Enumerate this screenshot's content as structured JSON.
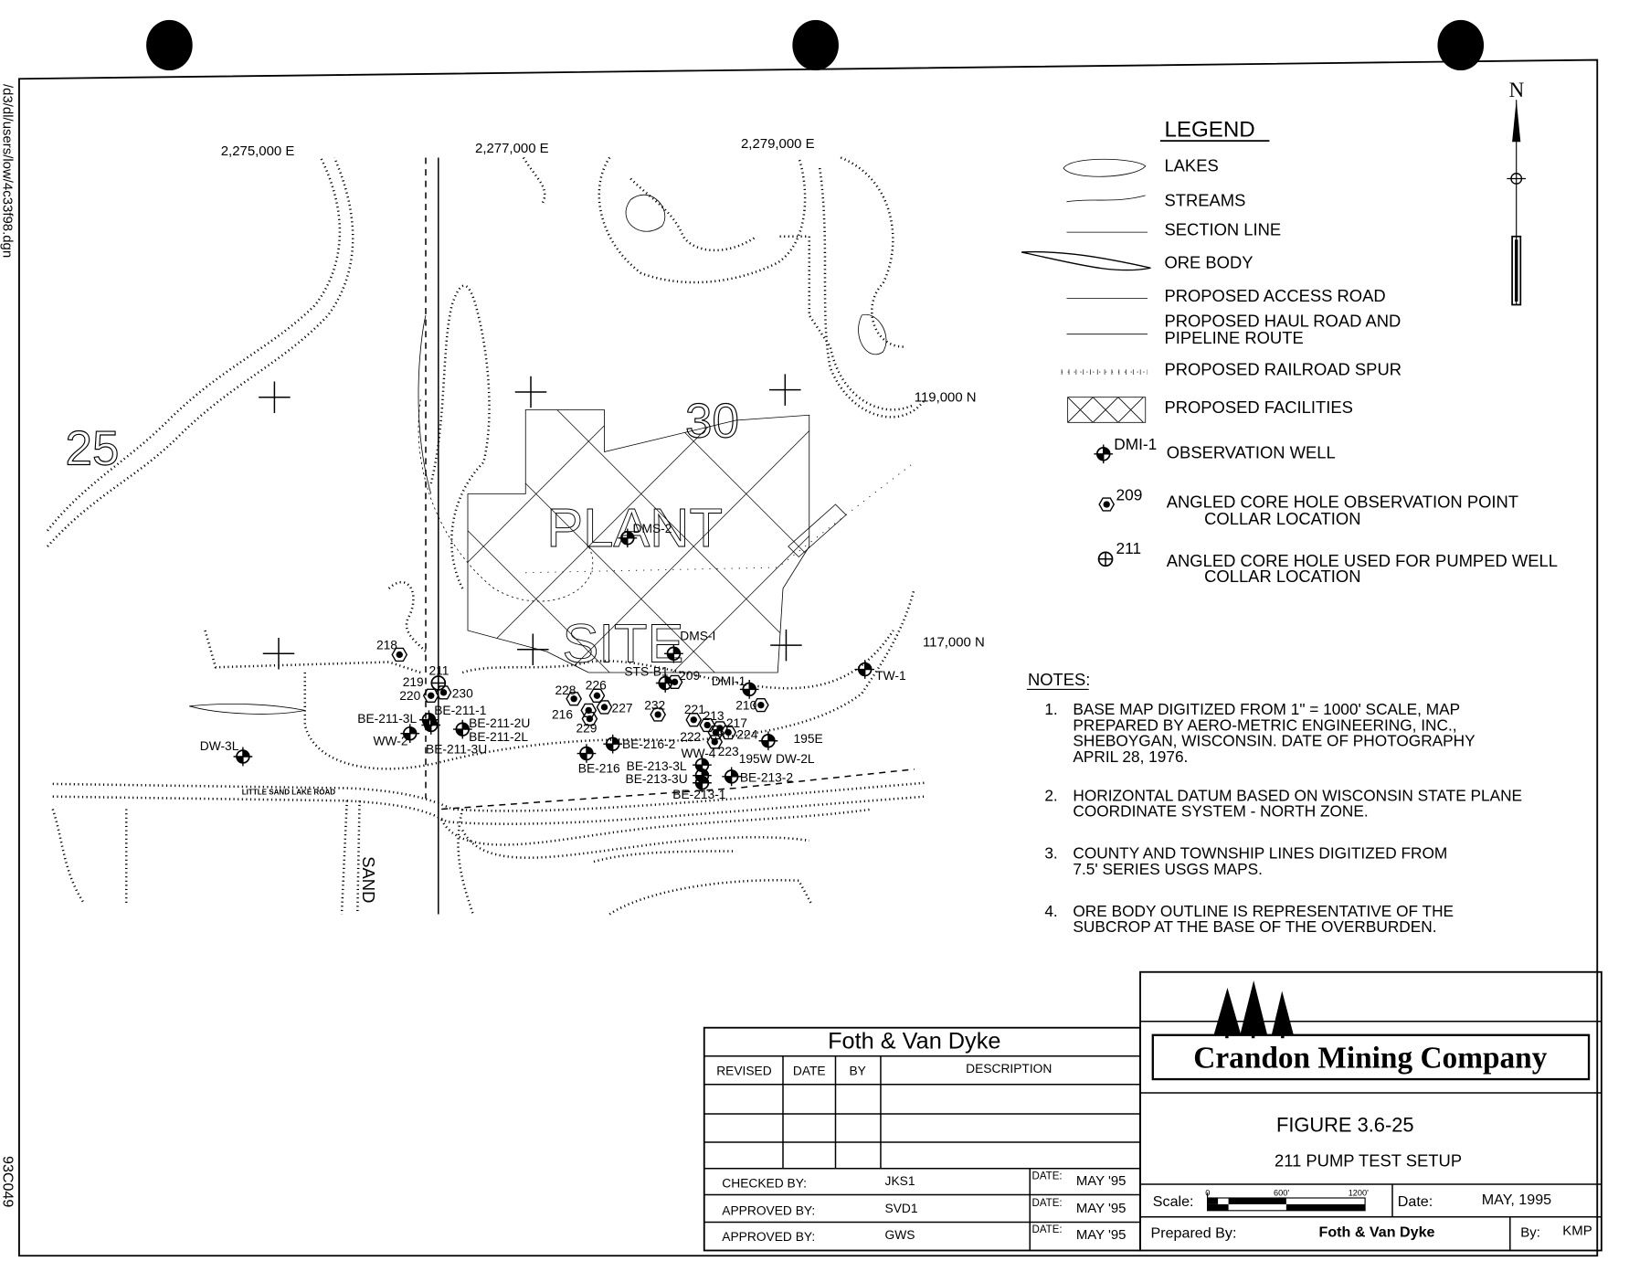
{
  "side_labels": {
    "file_path": "/d3/dl/users/low/4c33f98.dgn",
    "drawing_number": "93C049"
  },
  "map": {
    "coord_labels": [
      "2,275,000 E",
      "2,277,000 E",
      "2,279,000 E",
      "119,000 N",
      "117,000 N"
    ],
    "section_numbers": [
      "25",
      "30"
    ],
    "area_labels": [
      "PLANT",
      "SITE"
    ],
    "road_labels": [
      "LITTLE SAND LAKE ROAD",
      "SAND"
    ],
    "wells": [
      {
        "label": "DMS-2",
        "type": "observation-well"
      },
      {
        "label": "DMS-I",
        "type": "observation-well"
      },
      {
        "label": "DMI-1",
        "type": "observation-well"
      },
      {
        "label": "TW-1",
        "type": "observation-well"
      },
      {
        "label": "DW-3L",
        "type": "observation-well"
      },
      {
        "label": "WW-2",
        "type": "observation-well"
      },
      {
        "label": "BE-211-3L",
        "type": "observation-well"
      },
      {
        "label": "BE-211-1",
        "type": "observation-well"
      },
      {
        "label": "BE-211-2U",
        "type": "observation-well"
      },
      {
        "label": "BE-211-2L",
        "type": "label-only"
      },
      {
        "label": "BE-211-3U",
        "type": "label-only"
      },
      {
        "label": "BE-216-2",
        "type": "observation-well"
      },
      {
        "label": "BE-216",
        "type": "observation-well"
      },
      {
        "label": "BE-213-3L",
        "type": "observation-well"
      },
      {
        "label": "BE-213-3U",
        "type": "observation-well"
      },
      {
        "label": "BE-213-1",
        "type": "observation-well"
      },
      {
        "label": "BE-213-2",
        "type": "observation-well"
      },
      {
        "label": "WW-4",
        "type": "label-only"
      },
      {
        "label": "STS-B1",
        "type": "observation-well"
      },
      {
        "label": "195E",
        "type": "observation-well"
      },
      {
        "label": "195W",
        "type": "label-only"
      },
      {
        "label": "DW-2L",
        "type": "label-only"
      },
      {
        "label": "218",
        "type": "core-observation-point"
      },
      {
        "label": "220",
        "type": "core-observation-point"
      },
      {
        "label": "230",
        "type": "core-observation-point"
      },
      {
        "label": "209",
        "type": "core-observation-point"
      },
      {
        "label": "228",
        "type": "core-observation-point"
      },
      {
        "label": "226",
        "type": "core-observation-point"
      },
      {
        "label": "227",
        "type": "core-observation-point"
      },
      {
        "label": "216",
        "type": "core-observation-point"
      },
      {
        "label": "229",
        "type": "core-observation-point"
      },
      {
        "label": "232",
        "type": "core-observation-point"
      },
      {
        "label": "221",
        "type": "core-observation-point"
      },
      {
        "label": "213",
        "type": "core-observation-point"
      },
      {
        "label": "217",
        "type": "core-observation-point"
      },
      {
        "label": "224",
        "type": "core-observation-point"
      },
      {
        "label": "222",
        "type": "core-observation-point"
      },
      {
        "label": "223",
        "type": "core-observation-point"
      },
      {
        "label": "210",
        "type": "core-observation-point"
      },
      {
        "label": "211",
        "type": "pumped-well"
      },
      {
        "label": "219",
        "type": "label-only"
      }
    ]
  },
  "north_arrow": {
    "label": "N"
  },
  "legend": {
    "title": "LEGEND",
    "items": [
      {
        "label": "LAKES",
        "icon": "lake-symbol"
      },
      {
        "label": "STREAMS",
        "icon": "stream-symbol"
      },
      {
        "label": "SECTION LINE",
        "icon": "section-line-symbol"
      },
      {
        "label": "ORE BODY",
        "icon": "ore-body-symbol"
      },
      {
        "label": "PROPOSED ACCESS ROAD",
        "icon": "access-road-symbol"
      },
      {
        "label": "PROPOSED HAUL ROAD AND",
        "label2": "PIPELINE ROUTE",
        "icon": "haul-road-symbol"
      },
      {
        "label": "PROPOSED RAILROAD SPUR",
        "icon": "railroad-symbol"
      },
      {
        "label": "PROPOSED FACILITIES",
        "icon": "facilities-symbol"
      },
      {
        "label": "OBSERVATION WELL",
        "tag": "DMI-1",
        "icon": "observation-well-symbol"
      },
      {
        "label": "ANGLED CORE HOLE OBSERVATION POINT",
        "label2": "COLLAR LOCATION",
        "tag": "209",
        "icon": "core-point-symbol"
      },
      {
        "label": "ANGLED CORE HOLE USED FOR PUMPED WELL",
        "label2": "COLLAR LOCATION",
        "tag": "211",
        "icon": "pumped-well-symbol"
      }
    ]
  },
  "notes": {
    "title": "NOTES:",
    "items": [
      {
        "num": "1.",
        "lines": [
          "BASE MAP DIGITIZED FROM 1\" = 1000' SCALE, MAP",
          "PREPARED BY AERO-METRIC ENGINEERING, INC.,",
          "SHEBOYGAN, WISCONSIN. DATE OF PHOTOGRAPHY",
          "APRIL 28, 1976."
        ]
      },
      {
        "num": "2.",
        "lines": [
          "HORIZONTAL DATUM BASED ON WISCONSIN STATE PLANE",
          "COORDINATE SYSTEM - NORTH ZONE."
        ]
      },
      {
        "num": "3.",
        "lines": [
          "COUNTY AND TOWNSHIP LINES DIGITIZED FROM",
          "7.5' SERIES USGS MAPS."
        ]
      },
      {
        "num": "4.",
        "lines": [
          "ORE BODY OUTLINE IS REPRESENTATIVE OF THE",
          "SUBCROP AT THE BASE OF THE OVERBURDEN."
        ]
      }
    ]
  },
  "revision_block": {
    "firm": "Foth & Van Dyke",
    "headers": [
      "REVISED",
      "DATE",
      "BY",
      "DESCRIPTION"
    ],
    "approvals": [
      {
        "label": "CHECKED BY:",
        "name": "JKS1",
        "date_label": "DATE:",
        "date": "MAY '95"
      },
      {
        "label": "APPROVED BY:",
        "name": "SVD1",
        "date_label": "DATE:",
        "date": "MAY '95"
      },
      {
        "label": "APPROVED BY:",
        "name": "GWS",
        "date_label": "DATE:",
        "date": "MAY '95"
      }
    ]
  },
  "title_block": {
    "company": "Crandon Mining Company",
    "figure": "FIGURE 3.6-25",
    "subtitle": "211 PUMP TEST SETUP",
    "scale_label": "Scale:",
    "scale_ticks": [
      "0",
      "600'",
      "1200'"
    ],
    "date_label": "Date:",
    "date": "MAY, 1995",
    "prepared_label": "Prepared By:",
    "prepared_by": "Foth & Van Dyke",
    "by_label": "By:",
    "by": "KMP"
  }
}
